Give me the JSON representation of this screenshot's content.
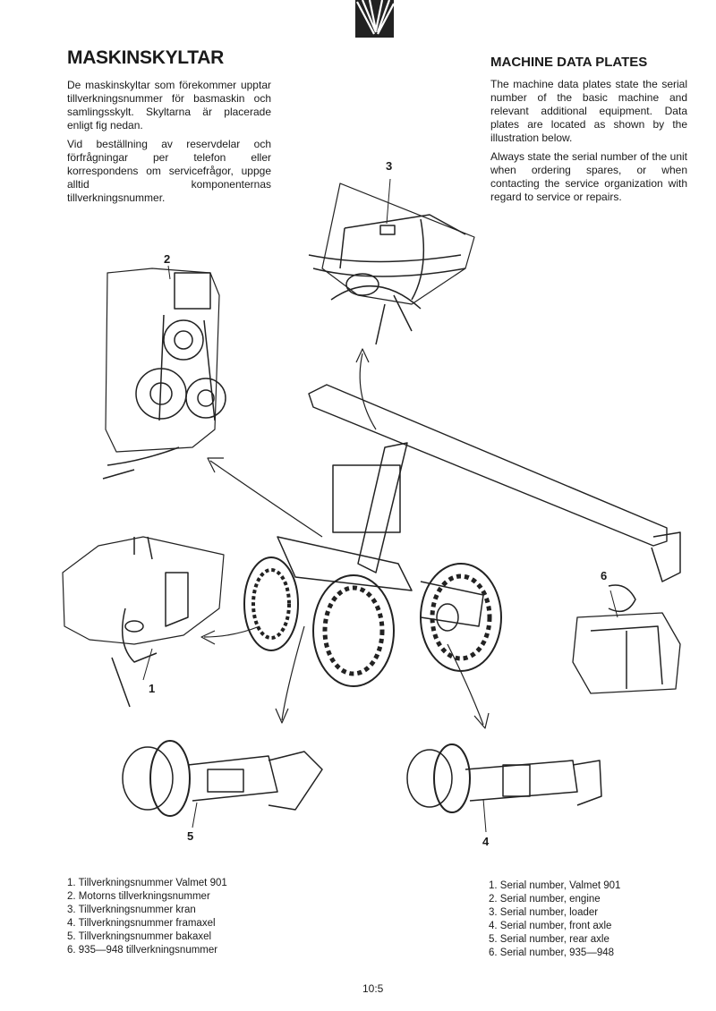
{
  "logo": {
    "name": "valmet-logo"
  },
  "swedish": {
    "heading": "MASKINSKYLTAR",
    "paragraphs": [
      "De maskinskyltar som förekommer upptar tillverkningsnummer för basmaskin och samlingsskylt. Skyltarna är placerade enligt fig nedan.",
      "Vid beställning av reservdelar och förfrågningar per telefon eller korrespondens om servicefrågor, uppge alltid komponenternas tillverkningsnummer."
    ],
    "legend": [
      "1. Tillverkningsnummer Valmet 901",
      "2. Motorns tillverkningsnummer",
      "3. Tillverkningsnummer kran",
      "4. Tillverkningsnummer framaxel",
      "5. Tillverkningsnummer bakaxel",
      "6. 935—948 tillverkningsnummer"
    ]
  },
  "english": {
    "heading": "MACHINE DATA PLATES",
    "paragraphs": [
      "The machine data plates state the serial number of the basic machine and relevant additional equipment. Data plates are located as shown by the illustration below.",
      "Always state the serial number of the unit when ordering spares, or when contacting the service organization with regard to service or repairs."
    ],
    "legend": [
      "1. Serial number, Valmet 901",
      "2. Serial number, engine",
      "3. Serial number, loader",
      "4. Serial number, front axle",
      "5. Serial number, rear axle",
      "6. Serial number, 935—948"
    ]
  },
  "callouts": [
    "1",
    "2",
    "3",
    "4",
    "5",
    "6"
  ],
  "page_number": "10:5"
}
